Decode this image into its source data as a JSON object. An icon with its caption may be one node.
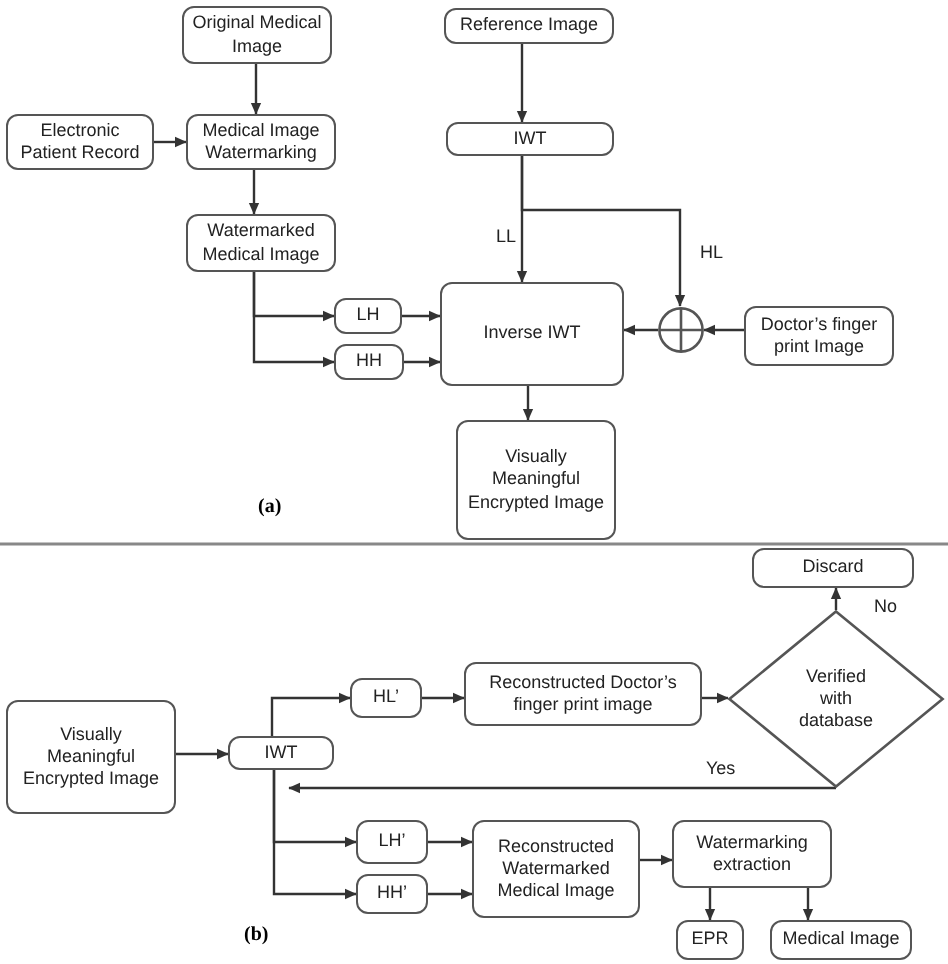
{
  "diagram": {
    "nodes": [
      {
        "text": [
          "Original Medical Image"
        ]
      },
      {
        "text": [
          "Reference Image"
        ]
      },
      {
        "text": [
          "Electronic Patient Record"
        ]
      },
      {
        "text": [
          "Medical Image Watermarking"
        ]
      },
      {
        "text": [
          "IWT"
        ]
      },
      {
        "text": [
          "Watermarked Medical Image"
        ]
      },
      {
        "text": [
          "LH"
        ]
      },
      {
        "text": [
          "HH"
        ]
      },
      {
        "text": [
          "Inverse IWT"
        ]
      },
      {
        "text": [],
        "shape": "circle"
      },
      {
        "text": [
          "Doctor’s finger print Image"
        ]
      },
      {
        "text": [
          "Visually Meaningful Encrypted Image"
        ]
      },
      {
        "text": [
          "Discard"
        ]
      },
      {
        "text": [
          "Visually Meaningful Encrypted Image"
        ]
      },
      {
        "text": [
          "IWT"
        ]
      },
      {
        "text": [
          "HL’"
        ]
      },
      {
        "text": [
          "Reconstructed Doctor’s finger print image"
        ]
      },
      {
        "text": [
          "Verified with database"
        ]
      },
      {
        "text": [
          "LH’"
        ]
      },
      {
        "text": [
          "HH’"
        ]
      },
      {
        "text": [
          "Reconstructed Watermarked Medical Image"
        ]
      },
      {
        "text": [
          "Watermarking extraction"
        ]
      },
      {
        "text": [
          "EPR"
        ]
      },
      {
        "text": [
          "Medical Image"
        ]
      }
    ],
    "edges": [
      {
        "from": 0,
        "to": 3,
        "arrow": "to"
      },
      {
        "from": 2,
        "to": 3,
        "arrow": "to"
      },
      {
        "from": 3,
        "to": 5,
        "arrow": "to"
      },
      {
        "from": 1,
        "to": 4,
        "arrow": "to"
      },
      {
        "from": 4,
        "to": 8,
        "arrow": "to",
        "label": "LL"
      },
      {
        "from": 4,
        "to": 9,
        "arrow": "to",
        "label": "HL"
      },
      {
        "from": 5,
        "to": 6,
        "arrow": "to"
      },
      {
        "from": 5,
        "to": 7,
        "arrow": "to"
      },
      {
        "from": 6,
        "to": 8,
        "arrow": "to"
      },
      {
        "from": 7,
        "to": 8,
        "arrow": "to"
      },
      {
        "from": 10,
        "to": 9,
        "arrow": "to"
      },
      {
        "from": 9,
        "to": 8,
        "arrow": "to"
      },
      {
        "from": 8,
        "to": 11,
        "arrow": "to"
      },
      {
        "from": 13,
        "to": 14,
        "arrow": "to"
      },
      {
        "from": 14,
        "to": 15,
        "arrow": "to"
      },
      {
        "from": 15,
        "to": 16,
        "arrow": "to"
      },
      {
        "from": 16,
        "to": 17,
        "arrow": "to"
      },
      {
        "from": 17,
        "to": 12,
        "arrow": "to",
        "label": "No"
      },
      {
        "from": 17,
        "to": 14,
        "arrow": "to",
        "label": "Yes"
      },
      {
        "from": 14,
        "to": 18,
        "arrow": "to"
      },
      {
        "from": 14,
        "to": 19,
        "arrow": "to"
      },
      {
        "from": 18,
        "to": 20,
        "arrow": "to"
      },
      {
        "from": 19,
        "to": 20,
        "arrow": "to"
      },
      {
        "from": 20,
        "to": 21,
        "arrow": "to"
      },
      {
        "from": 21,
        "to": 22,
        "arrow": "to"
      },
      {
        "from": 21,
        "to": 23,
        "arrow": "to"
      }
    ],
    "labels": [
      "(a)",
      "(b)"
    ]
  }
}
